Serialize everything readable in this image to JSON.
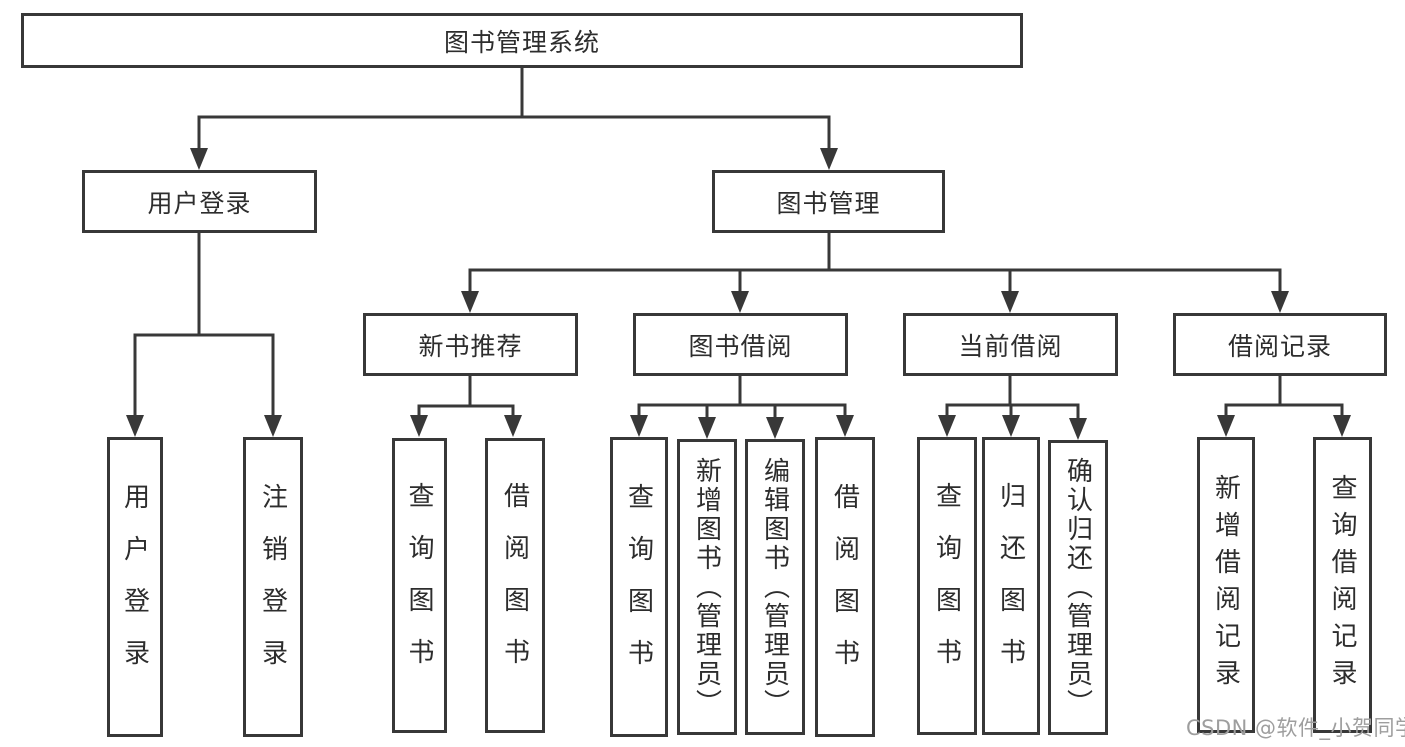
{
  "diagram_title": "图书管理系统",
  "tree": {
    "label": "图书管理系统",
    "children": [
      {
        "label": "用户登录",
        "children": [
          {
            "label": "用户登录"
          },
          {
            "label": "注销登录"
          }
        ]
      },
      {
        "label": "图书管理",
        "children": [
          {
            "label": "新书推荐",
            "children": [
              {
                "label": "查询图书"
              },
              {
                "label": "借阅图书"
              }
            ]
          },
          {
            "label": "图书借阅",
            "children": [
              {
                "label": "查询图书"
              },
              {
                "label": "新增图书（管理员）"
              },
              {
                "label": "编辑图书（管理员）"
              },
              {
                "label": "借阅图书"
              }
            ]
          },
          {
            "label": "当前借阅",
            "children": [
              {
                "label": "查询图书"
              },
              {
                "label": "归还图书"
              },
              {
                "label": "确认归还（管理员）"
              }
            ]
          },
          {
            "label": "借阅记录",
            "children": [
              {
                "label": "新增借阅记录"
              },
              {
                "label": "查询借阅记录"
              }
            ]
          }
        ]
      }
    ]
  },
  "watermark": {
    "text": "CSDN @软件_小贺同学"
  },
  "colors": {
    "line": "#383838",
    "box_border": "#383838",
    "text": "#2d2d2d",
    "background": "#ffffff",
    "watermark": "#9e9e9e"
  }
}
